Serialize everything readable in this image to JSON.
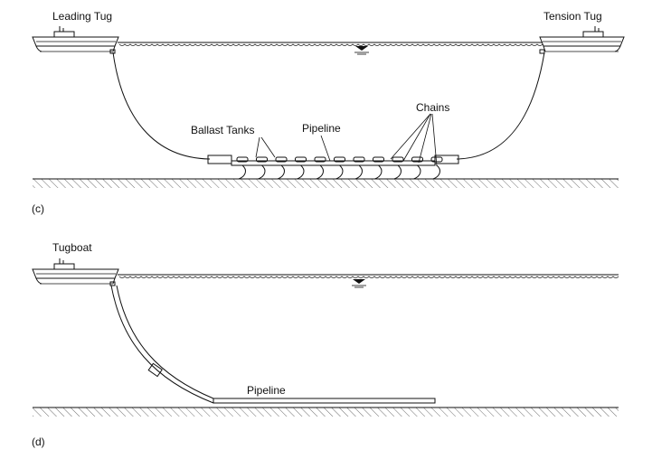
{
  "panel_c": {
    "caption": "(c)",
    "leading_tug": "Leading Tug",
    "tension_tug": "Tension Tug",
    "ballast_tanks": "Ballast Tanks",
    "pipeline": "Pipeline",
    "chains": "Chains"
  },
  "panel_d": {
    "caption": "(d)",
    "tugboat": "Tugboat",
    "pipeline": "Pipeline"
  }
}
